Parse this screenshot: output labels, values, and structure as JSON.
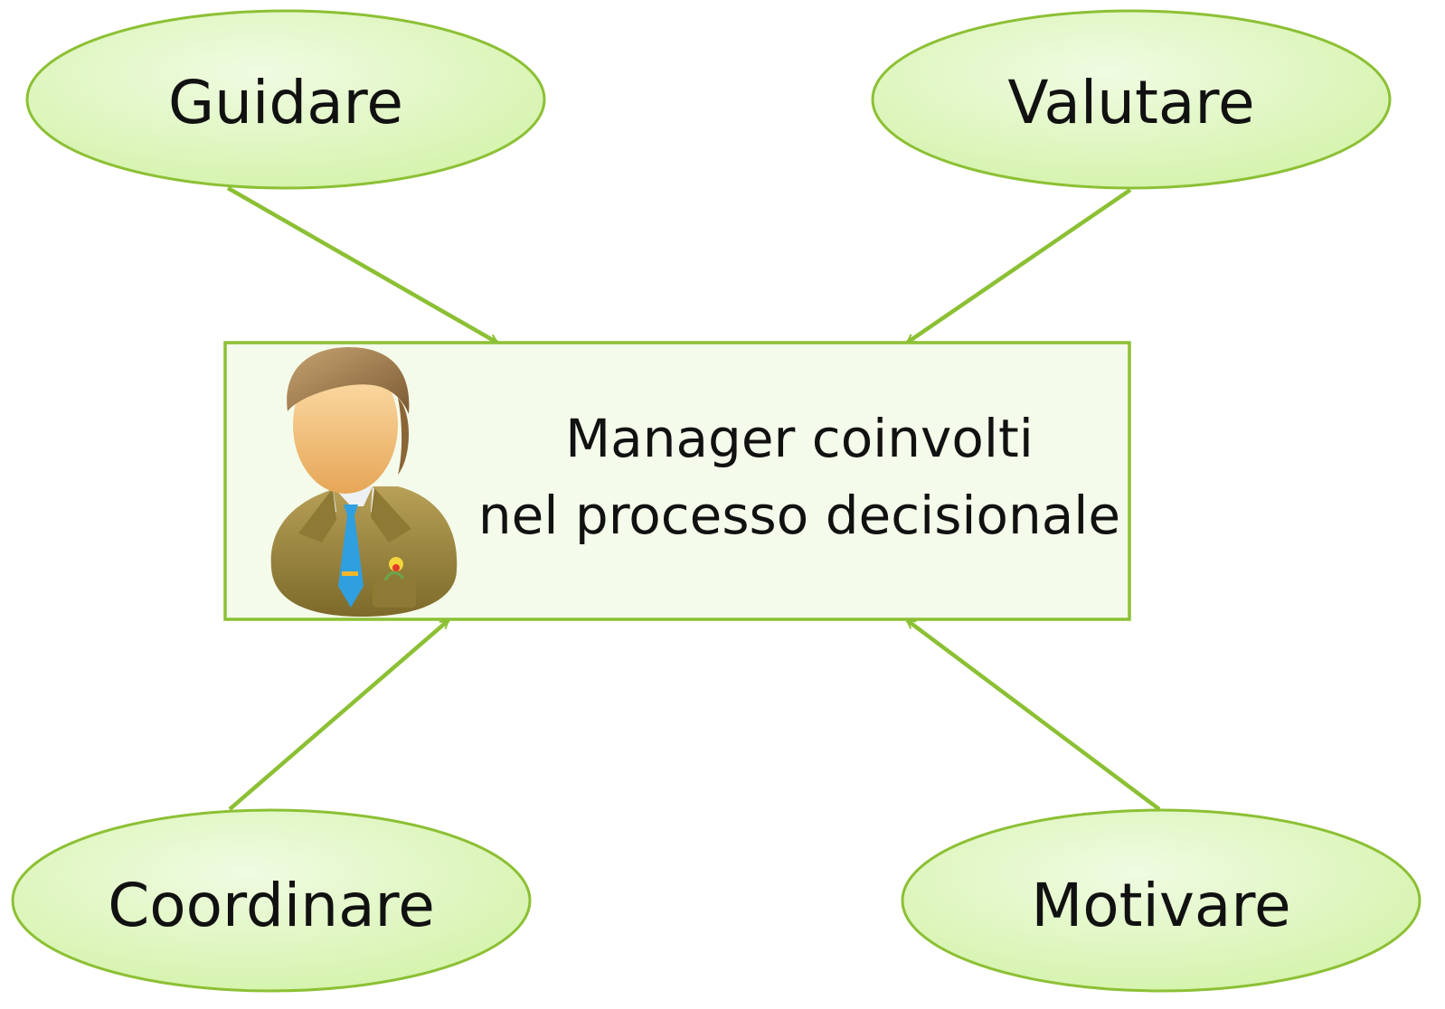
{
  "diagram": {
    "center": {
      "line1": "Manager coinvolti",
      "line2": "nel processo decisionale",
      "icon": "manager-person-icon"
    },
    "nodes": [
      {
        "id": "guidare",
        "label": "Guidare"
      },
      {
        "id": "valutare",
        "label": "Valutare"
      },
      {
        "id": "coordinare",
        "label": "Coordinare"
      },
      {
        "id": "motivare",
        "label": "Motivare"
      }
    ],
    "edges": [
      {
        "from": "guidare",
        "to": "center"
      },
      {
        "from": "valutare",
        "to": "center"
      },
      {
        "from": "coordinare",
        "to": "center"
      },
      {
        "from": "motivare",
        "to": "center"
      }
    ]
  },
  "colors": {
    "accent": "#8cc034",
    "ellipse_fill_light": "#f0fbe2",
    "ellipse_fill_dark": "#d2f2a6",
    "box_fill": "#f4fbea",
    "text": "#111111"
  }
}
